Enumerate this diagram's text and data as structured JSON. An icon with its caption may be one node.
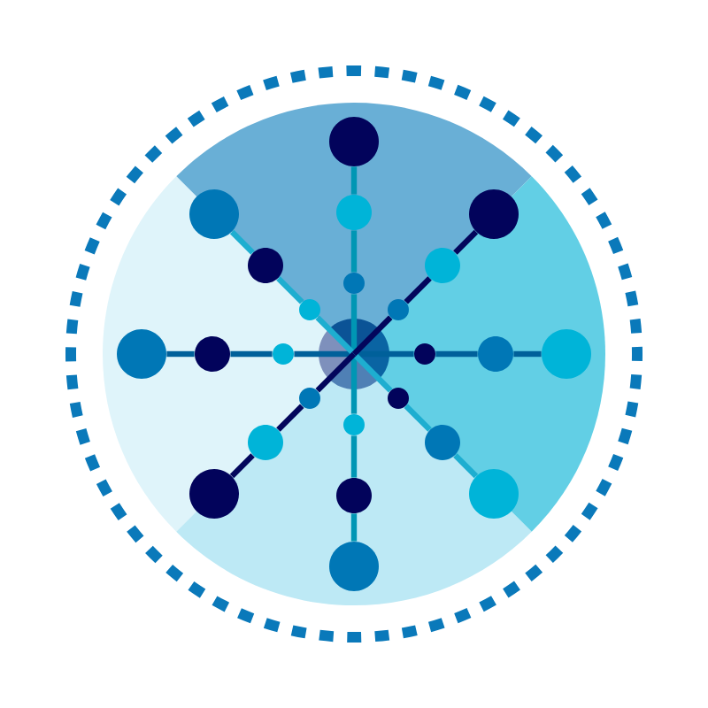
{
  "diagram": {
    "nodes": [
      {
        "text": [],
        "shape": "circle"
      },
      {
        "text": [],
        "shape": "circle"
      },
      {
        "text": [],
        "shape": "circle"
      },
      {
        "text": [],
        "shape": "circle"
      },
      {
        "text": [],
        "shape": "circle"
      },
      {
        "text": [],
        "shape": "circle"
      },
      {
        "text": [],
        "shape": "circle"
      },
      {
        "text": [],
        "shape": "circle"
      },
      {
        "text": [],
        "shape": "circle"
      },
      {
        "text": [],
        "shape": "circle"
      },
      {
        "text": [],
        "shape": "circle"
      },
      {
        "text": [],
        "shape": "circle"
      },
      {
        "text": [],
        "shape": "circle"
      },
      {
        "text": [],
        "shape": "circle"
      },
      {
        "text": [],
        "shape": "circle"
      },
      {
        "text": [],
        "shape": "circle"
      },
      {
        "text": [],
        "shape": "circle"
      },
      {
        "text": [],
        "shape": "circle"
      },
      {
        "text": [],
        "shape": "circle"
      },
      {
        "text": [],
        "shape": "circle"
      },
      {
        "text": [],
        "shape": "circle"
      },
      {
        "text": [],
        "shape": "circle"
      },
      {
        "text": [],
        "shape": "circle"
      },
      {
        "text": [],
        "shape": "circle"
      },
      {
        "text": [],
        "shape": "circle"
      }
    ],
    "edges": [
      {
        "from": 12,
        "to": 6,
        "arrow": "none",
        "color": "#0096b4"
      },
      {
        "from": 6,
        "to": 2,
        "arrow": "none",
        "color": "#0096b4"
      },
      {
        "from": 2,
        "to": 0,
        "arrow": "none",
        "color": "#0096b4"
      },
      {
        "from": 12,
        "to": 18,
        "arrow": "none",
        "color": "#0096b4"
      },
      {
        "from": 18,
        "to": 22,
        "arrow": "none",
        "color": "#0096b4"
      },
      {
        "from": 22,
        "to": 24,
        "arrow": "none",
        "color": "#0096b4"
      },
      {
        "from": 12,
        "to": 11,
        "arrow": "none",
        "color": "#00609a"
      },
      {
        "from": 11,
        "to": 10,
        "arrow": "none",
        "color": "#00609a"
      },
      {
        "from": 10,
        "to": 9,
        "arrow": "none",
        "color": "#00609a"
      },
      {
        "from": 12,
        "to": 13,
        "arrow": "none",
        "color": "#00609a"
      },
      {
        "from": 13,
        "to": 14,
        "arrow": "none",
        "color": "#00609a"
      },
      {
        "from": 14,
        "to": 15,
        "arrow": "none",
        "color": "#00609a"
      },
      {
        "from": 12,
        "to": 7,
        "arrow": "none",
        "color": "#1eaed0"
      },
      {
        "from": 7,
        "to": 4,
        "arrow": "none",
        "color": "#1eaed0"
      },
      {
        "from": 4,
        "to": 1,
        "arrow": "none",
        "color": "#1eaed0"
      },
      {
        "from": 12,
        "to": 17,
        "arrow": "none",
        "color": "#1eaed0"
      },
      {
        "from": 17,
        "to": 20,
        "arrow": "none",
        "color": "#1eaed0"
      },
      {
        "from": 20,
        "to": 23,
        "arrow": "none",
        "color": "#1eaed0"
      },
      {
        "from": 12,
        "to": 8,
        "arrow": "none",
        "color": "#03065c"
      },
      {
        "from": 8,
        "to": 5,
        "arrow": "none",
        "color": "#03065c"
      },
      {
        "from": 5,
        "to": 3,
        "arrow": "none",
        "color": "#03065c"
      },
      {
        "from": 12,
        "to": 16,
        "arrow": "none",
        "color": "#03065c"
      },
      {
        "from": 16,
        "to": 19,
        "arrow": "none",
        "color": "#03065c"
      },
      {
        "from": 19,
        "to": 21,
        "arrow": "none",
        "color": "#03065c"
      }
    ]
  }
}
